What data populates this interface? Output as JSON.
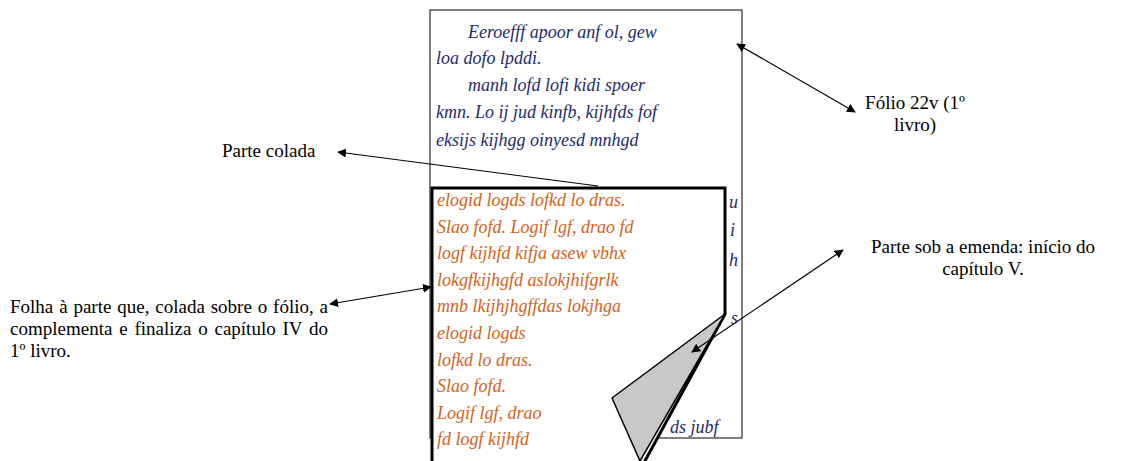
{
  "diagram": {
    "labels": [
      "Eeroefff apoor anf ol, gew",
      "loa dofo lpddi.",
      "manh lofd lofi kidi spoer",
      "kmn. Lo ij jud kinfb, kijhfds fof",
      "eksijs kijhgg oinyesd mnhgd",
      "u",
      "i",
      "h",
      "s",
      "ds jubf",
      "elogid logds lofkd lo dras.",
      "Slao fofd. Logif lgf, drao fd",
      "logf kijhfd kifja asew vbhx",
      "lokgfkijhgfd aslokjhifgrlk",
      "mnb lkijhjhgffdas lokjhga",
      "elogid logds",
      "lofkd lo dras.",
      "Slao fofd.",
      "Logif lgf, drao",
      "fd logf kijhfd",
      "Fólio 22v (1º livro)",
      "Parte colada",
      "Folha à parte que, colada sobre o fólio, a complementa e finaliza o capítulo IV do 1º livro.",
      "Parte sob a emenda: início do capítulo V."
    ]
  }
}
